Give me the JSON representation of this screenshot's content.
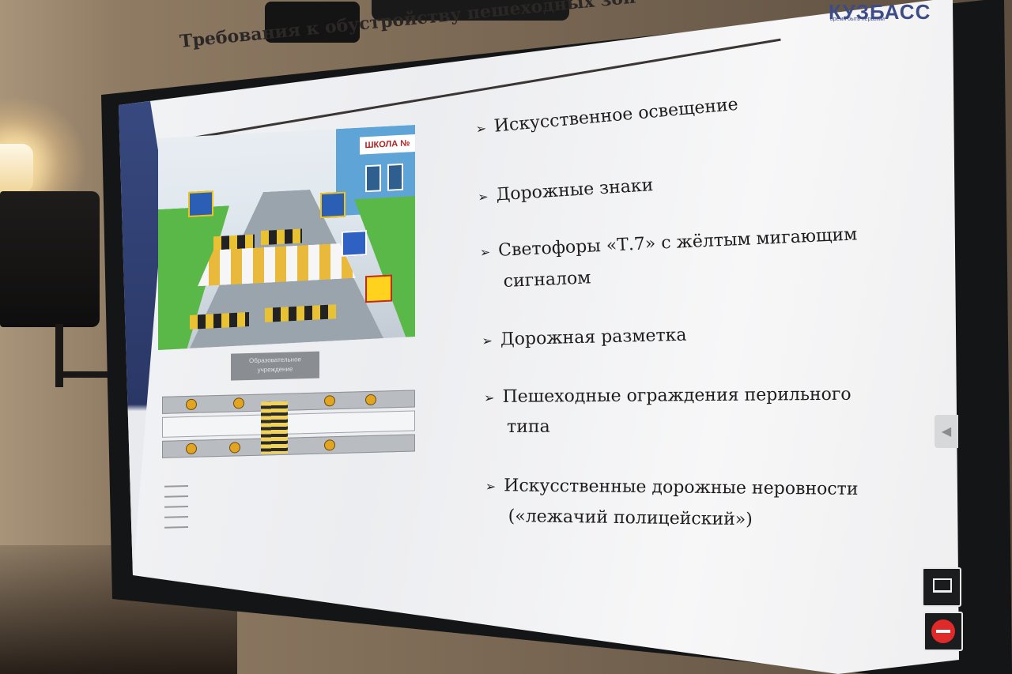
{
  "slide": {
    "title": "Требования к обустройству пешеходных зон",
    "logo": "КУЗБАСС",
    "logo_tagline": "время быть первыми",
    "bullets": [
      {
        "line1": "Искусственное освещение",
        "line2": ""
      },
      {
        "line1": "Дорожные знаки",
        "line2": ""
      },
      {
        "line1": "Светофоры «Т.7» с жёлтым мигающим",
        "line2": "сигналом"
      },
      {
        "line1": "Дорожная разметка",
        "line2": ""
      },
      {
        "line1": "Пешеходные ограждения перильного",
        "line2": "типа"
      },
      {
        "line1": "Искусственные дорожные неровности",
        "line2": "(«лежачий полицейский»)"
      }
    ],
    "bullet_marker": "➢",
    "illustration": {
      "school_sign": "ШКОЛА №"
    },
    "plan": {
      "building_label": "Образовательное учреждение"
    }
  },
  "controls": {
    "side_arrow": "◀",
    "laptop_icon": "laptop-icon",
    "stop_icon": "no-entry-icon"
  },
  "colors": {
    "screen": "#f2f3f5",
    "logo": "#3d4c86",
    "grass": "#59b848",
    "crossing": "#e9b93b"
  }
}
